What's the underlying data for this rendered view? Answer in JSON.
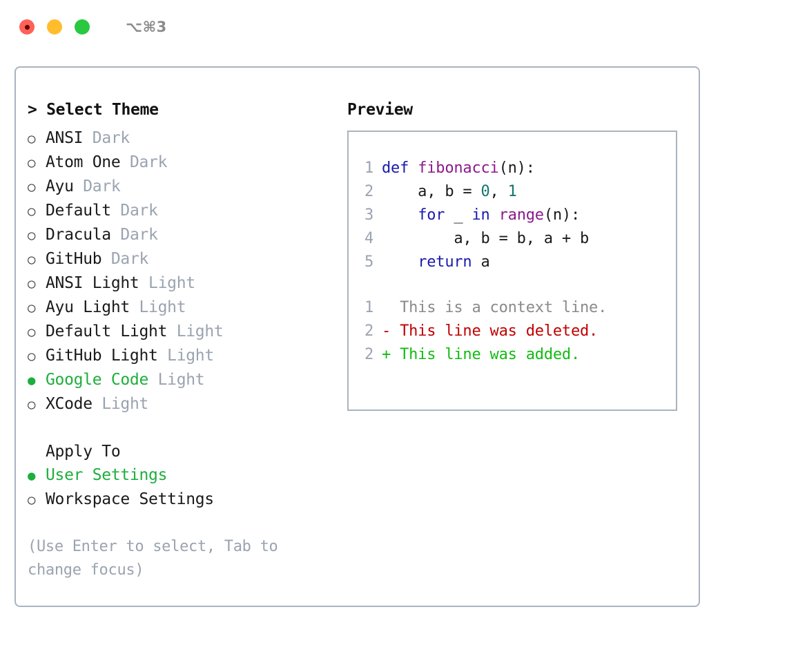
{
  "titlebar": {
    "shortcut": "⌥⌘3",
    "lights": [
      {
        "name": "close",
        "color": "#ff6158"
      },
      {
        "name": "minimize",
        "color": "#ffbd2e"
      },
      {
        "name": "maximize",
        "color": "#28c840"
      }
    ]
  },
  "theme_picker": {
    "header": "> Select Theme",
    "marker_selected": "●",
    "marker_unselected": "○",
    "items": [
      {
        "name": "ANSI",
        "tag": "Dark",
        "selected": false
      },
      {
        "name": "Atom One",
        "tag": "Dark",
        "selected": false
      },
      {
        "name": "Ayu",
        "tag": "Dark",
        "selected": false
      },
      {
        "name": "Default",
        "tag": "Dark",
        "selected": false
      },
      {
        "name": "Dracula",
        "tag": "Dark",
        "selected": false
      },
      {
        "name": "GitHub",
        "tag": "Dark",
        "selected": false
      },
      {
        "name": "ANSI Light",
        "tag": "Light",
        "selected": false
      },
      {
        "name": "Ayu Light",
        "tag": "Light",
        "selected": false
      },
      {
        "name": "Default Light",
        "tag": "Light",
        "selected": false
      },
      {
        "name": "GitHub Light",
        "tag": "Light",
        "selected": false
      },
      {
        "name": "Google Code",
        "tag": "Light",
        "selected": true
      },
      {
        "name": "XCode",
        "tag": "Light",
        "selected": false
      }
    ]
  },
  "apply_to": {
    "header": "Apply To",
    "items": [
      {
        "name": "User Settings",
        "selected": true
      },
      {
        "name": "Workspace Settings",
        "selected": false
      }
    ]
  },
  "hint": "(Use Enter to select, Tab to change focus)",
  "preview": {
    "header": "Preview",
    "code_lines": [
      {
        "no": "1",
        "tokens": [
          {
            "t": "def ",
            "c": "tk-kw"
          },
          {
            "t": "fibonacci",
            "c": "tk-fn"
          },
          {
            "t": "(n):",
            "c": "tk-pl"
          }
        ]
      },
      {
        "no": "2",
        "tokens": [
          {
            "t": "    a, b = ",
            "c": "tk-pl"
          },
          {
            "t": "0",
            "c": "tk-num"
          },
          {
            "t": ", ",
            "c": "tk-pl"
          },
          {
            "t": "1",
            "c": "tk-num"
          }
        ]
      },
      {
        "no": "3",
        "tokens": [
          {
            "t": "    ",
            "c": "tk-pl"
          },
          {
            "t": "for",
            "c": "tk-kw"
          },
          {
            "t": " _ ",
            "c": "tk-pl"
          },
          {
            "t": "in",
            "c": "tk-kw"
          },
          {
            "t": " ",
            "c": "tk-pl"
          },
          {
            "t": "range",
            "c": "tk-fn"
          },
          {
            "t": "(n):",
            "c": "tk-pl"
          }
        ]
      },
      {
        "no": "4",
        "tokens": [
          {
            "t": "        a, b = b, a + b",
            "c": "tk-pl"
          }
        ]
      },
      {
        "no": "5",
        "tokens": [
          {
            "t": "    ",
            "c": "tk-pl"
          },
          {
            "t": "return",
            "c": "tk-kw"
          },
          {
            "t": " a",
            "c": "tk-pl"
          }
        ]
      }
    ],
    "diff_lines": [
      {
        "no": "1",
        "sign": " ",
        "text": " This is a context line.",
        "kind": "diff-ctx"
      },
      {
        "no": "2",
        "sign": "-",
        "text": " This line was deleted.",
        "kind": "diff-del"
      },
      {
        "no": "2",
        "sign": "+",
        "text": " This line was added.",
        "kind": "diff-add"
      }
    ]
  },
  "colors": {
    "accent_green": "#1eae3d",
    "border": "#a8b4c0",
    "muted": "#9aa3b0",
    "keyword": "#1a1ab0",
    "function": "#8b1a8b",
    "number": "#11766e",
    "diff_add": "#12bb12",
    "diff_del": "#c00000"
  }
}
